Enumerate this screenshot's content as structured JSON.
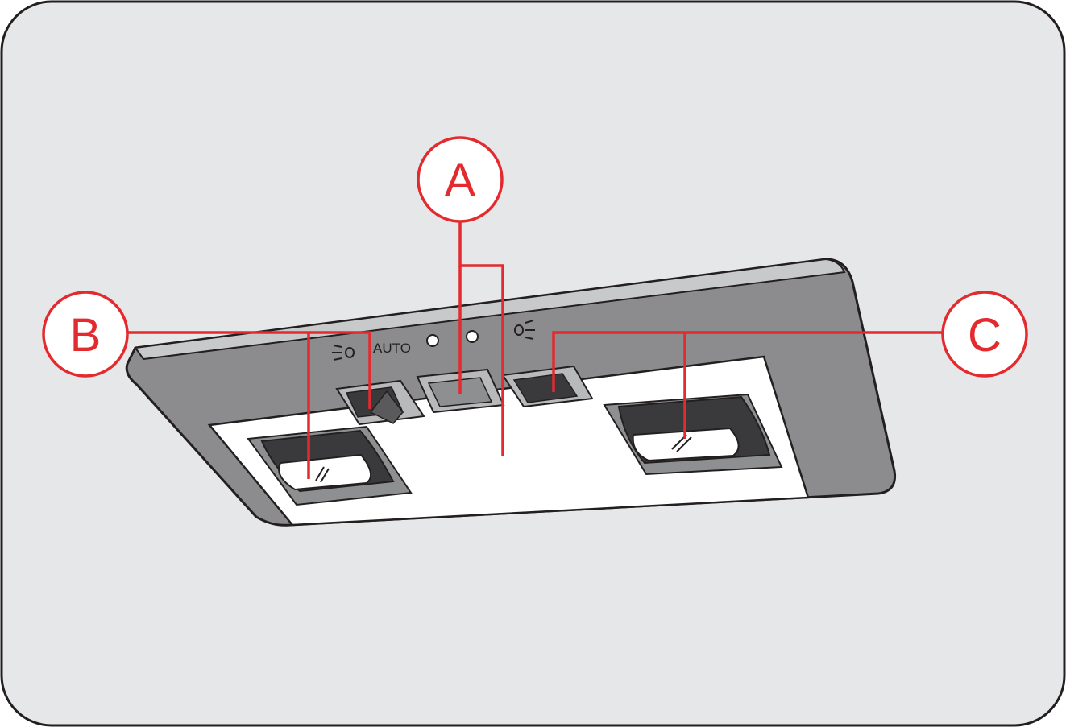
{
  "panel": {
    "switch_labels": {
      "auto": "AUTO"
    },
    "icons": [
      "interior-light-left-icon",
      "indicator-led-icon",
      "indicator-led-icon",
      "interior-light-right-icon",
      "window-glass-icon",
      "window-glass-icon"
    ]
  },
  "callouts": [
    {
      "id": "A",
      "label": "A"
    },
    {
      "id": "B",
      "label": "B"
    },
    {
      "id": "C",
      "label": "C"
    }
  ],
  "colors": {
    "background": "#e6e7e8",
    "housing": "#8c8c8e",
    "housing_rim": "#c8c9cb",
    "face": "#ffffff",
    "button_dark": "#3a3a3c",
    "callout": "#e32a2f"
  }
}
